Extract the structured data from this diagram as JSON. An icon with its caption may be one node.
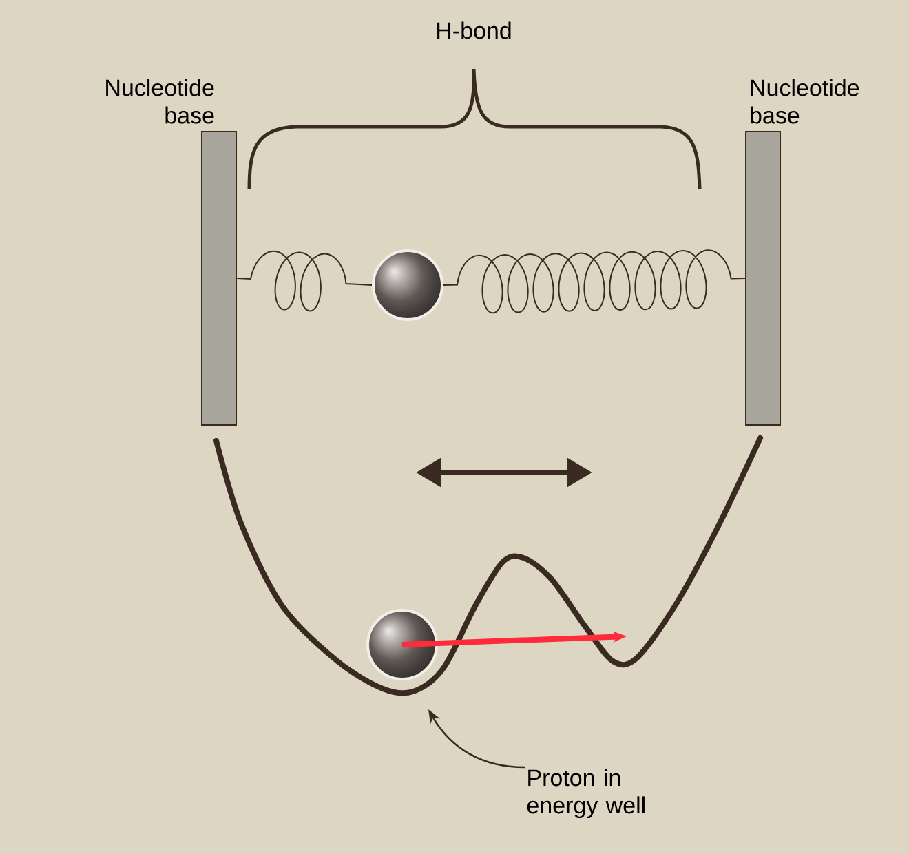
{
  "diagram": {
    "nodes": [
      {
        "text": [
          "Nucleotide base"
        ]
      },
      {
        "text": [],
        "shape": "circle"
      },
      {
        "text": [
          "Nucleotide base"
        ]
      },
      {
        "text": [],
        "shape": "circle"
      },
      {
        "text": [
          "Proton in energy well"
        ]
      }
    ],
    "edges": [
      {
        "from": 0,
        "to": 1,
        "arrow": "none"
      },
      {
        "from": 1,
        "to": 2,
        "arrow": "none"
      },
      {
        "from": 3,
        "to": null,
        "arrow": "to",
        "style": "thick",
        "color": "#ff2a3a"
      },
      {
        "from": 4,
        "to": null,
        "arrow": "to"
      }
    ],
    "labels": [
      "H-bond"
    ]
  }
}
